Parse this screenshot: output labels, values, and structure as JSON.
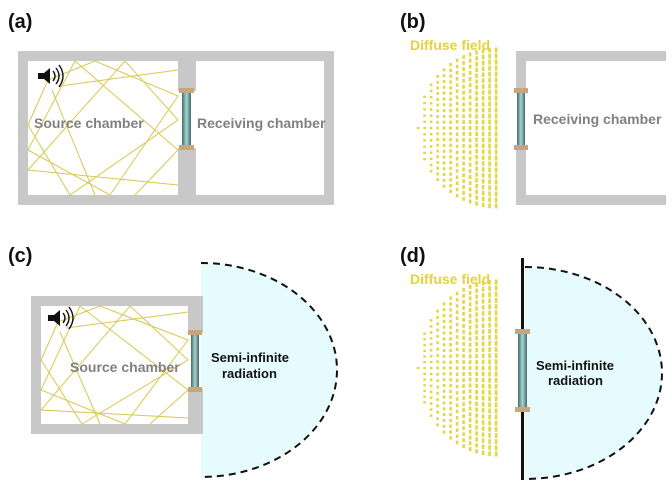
{
  "panels": {
    "a": {
      "label": "(a)",
      "source_label": "Source chamber",
      "receiving_label": "Receiving chamber"
    },
    "b": {
      "label": "(b)",
      "diffuse_label": "Diffuse field",
      "receiving_label": "Receiving chamber"
    },
    "c": {
      "label": "(c)",
      "source_label": "Source chamber",
      "semi_line1": "Semi-infinite",
      "semi_line2": "radiation"
    },
    "d": {
      "label": "(d)",
      "diffuse_label": "Diffuse field",
      "semi_line1": "Semi-infinite",
      "semi_line2": "radiation"
    }
  },
  "colors": {
    "wall": "#c8c8c8",
    "ray": "#d8c850",
    "dot": "#e0d840",
    "diffuse_text": "#e6d23c",
    "room_text": "#808080",
    "semi_fill": "#e6fbfd",
    "panel_glass": "#4e7d7d",
    "panel_frame": "#c8a67a"
  },
  "icons": {
    "speaker": "speaker-icon",
    "panel": "glass-panel-icon"
  }
}
